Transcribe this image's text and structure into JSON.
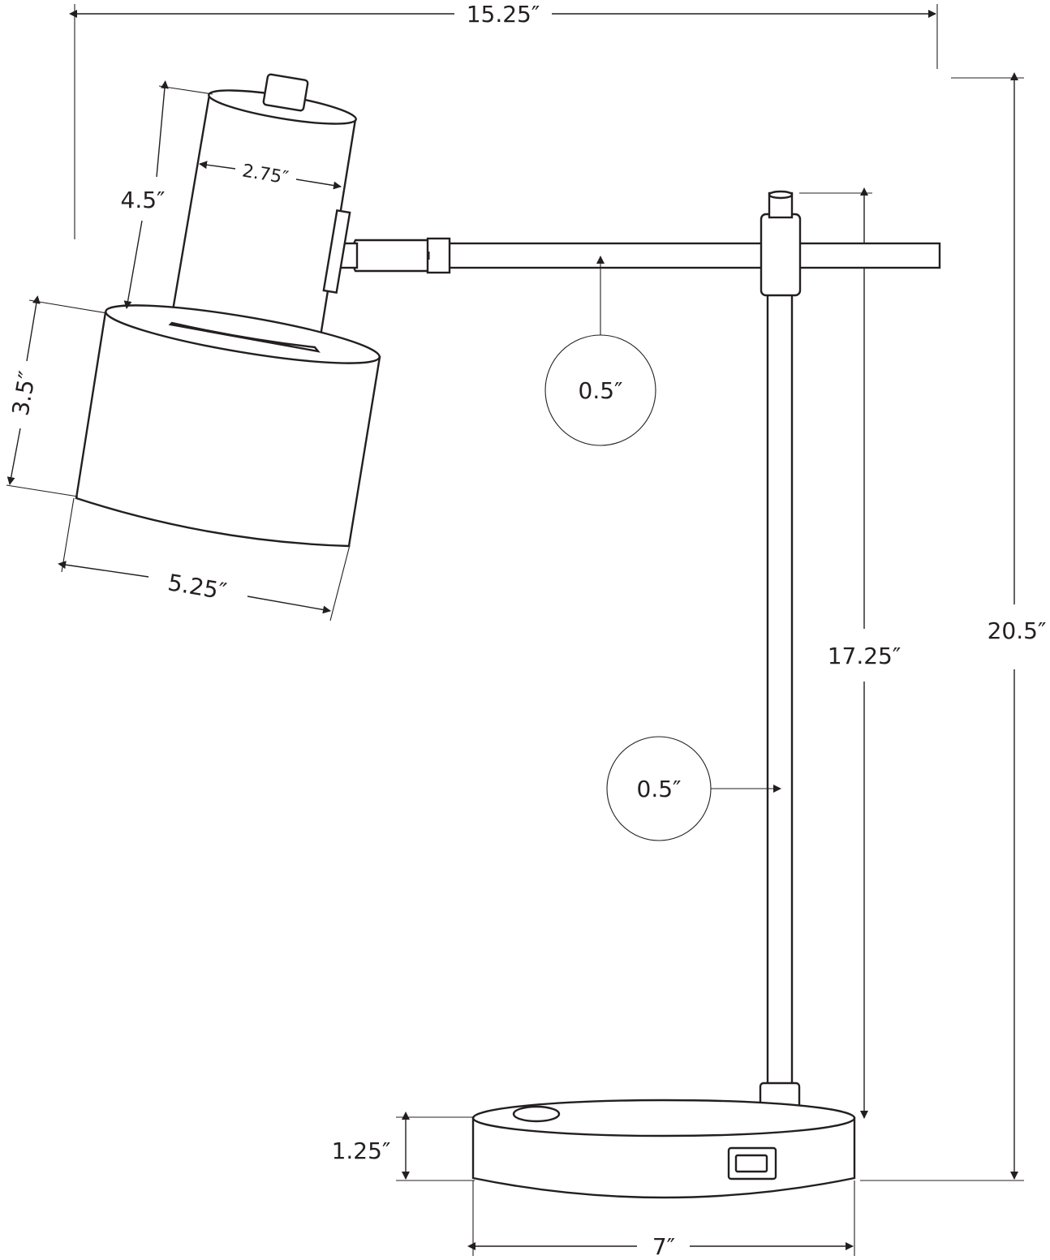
{
  "dimensions": {
    "overall_width": "15.25″",
    "overall_height": "20.5″",
    "post_height": "17.25″",
    "upper_cylinder_height": "4.5″",
    "upper_cylinder_diameter": "2.75″",
    "shade_height": "3.5″",
    "shade_diameter": "5.25″",
    "arm_diameter": "0.5″",
    "post_diameter": "0.5″",
    "base_height": "1.25″",
    "base_diameter": "7″"
  },
  "colors": {
    "line": "#231f20",
    "background": "#ffffff"
  }
}
